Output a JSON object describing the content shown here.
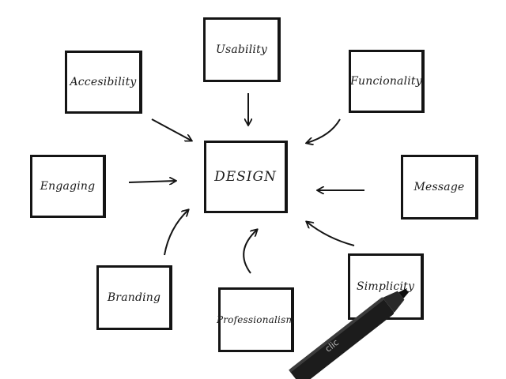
{
  "diagram": {
    "center": {
      "label": "DESIGN"
    },
    "nodes": [
      {
        "id": "usability",
        "label": "Usability"
      },
      {
        "id": "accessibility",
        "label": "Accesibility"
      },
      {
        "id": "functionality",
        "label": "Funcionality"
      },
      {
        "id": "engaging",
        "label": "Engaging"
      },
      {
        "id": "message",
        "label": "Message"
      },
      {
        "id": "branding",
        "label": "Branding"
      },
      {
        "id": "professionalism",
        "label": "Professionalism"
      },
      {
        "id": "simplicity",
        "label": "Simplicity"
      }
    ],
    "edges": [
      {
        "from": "usability",
        "to": "center"
      },
      {
        "from": "accessibility",
        "to": "center"
      },
      {
        "from": "functionality",
        "to": "center"
      },
      {
        "from": "engaging",
        "to": "center"
      },
      {
        "from": "message",
        "to": "center"
      },
      {
        "from": "branding",
        "to": "center"
      },
      {
        "from": "professionalism",
        "to": "center"
      },
      {
        "from": "simplicity",
        "to": "center"
      }
    ],
    "pen_label": "clic",
    "colors": {
      "ink": "#141414",
      "paper": "#ffffff",
      "pen_body": "#1c1c1c"
    }
  }
}
